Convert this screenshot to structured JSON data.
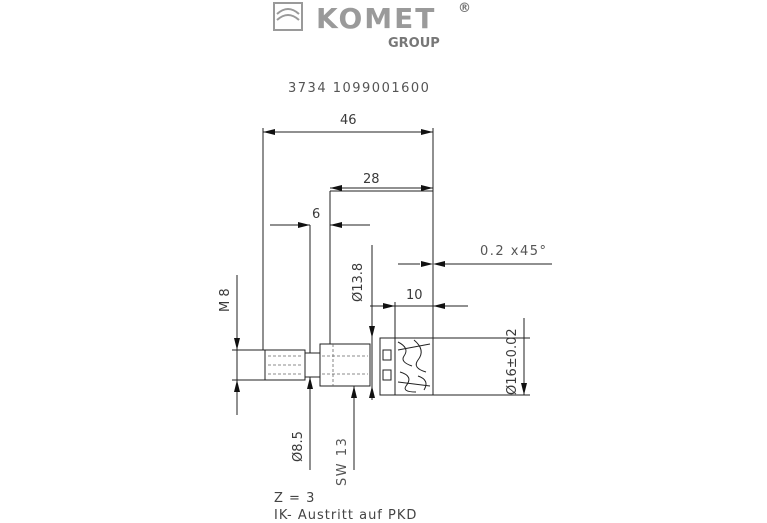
{
  "logo": {
    "brand": "KOMET",
    "registered": "®",
    "group": "GROUP"
  },
  "article_number": "3734 1099001600",
  "dimensions": {
    "total_length": "46",
    "body_length": "28",
    "shank_step": "6",
    "chamfer": "0.2 x45°",
    "head_length": "10",
    "diameter_body": "Ø13.8",
    "diameter_head": "Ø16±0.02",
    "thread": "M 8",
    "diameter_neck": "Ø8.5",
    "wrench": "SW 13"
  },
  "notes": {
    "teeth": "Z = 3",
    "coolant": "IK- Austritt auf PKD"
  }
}
